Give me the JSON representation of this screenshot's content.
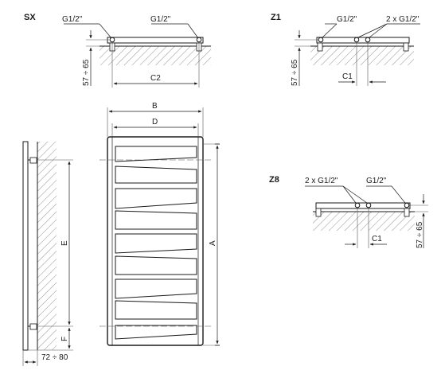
{
  "views": {
    "sx": {
      "title": "SX",
      "conn_left": "G1/2\"",
      "conn_right": "G1/2\"",
      "height_dim": "57 ÷ 65",
      "width_dim": "C2"
    },
    "z1": {
      "title": "Z1",
      "conn_left": "G1/2\"",
      "conn_right": "2 x G1/2\"",
      "height_dim": "57 ÷ 65",
      "offset_dim": "C1"
    },
    "z8": {
      "title": "Z8",
      "conn_left": "2 x G1/2\"",
      "conn_right": "G1/2\"",
      "height_dim": "57 ÷ 65",
      "offset_dim": "C1"
    },
    "side": {
      "height_dim": "E",
      "lower_dim": "F",
      "depth_dim": "72 ÷ 80"
    },
    "front": {
      "outer_width": "B",
      "inner_width": "D",
      "height_dim": "A"
    }
  }
}
